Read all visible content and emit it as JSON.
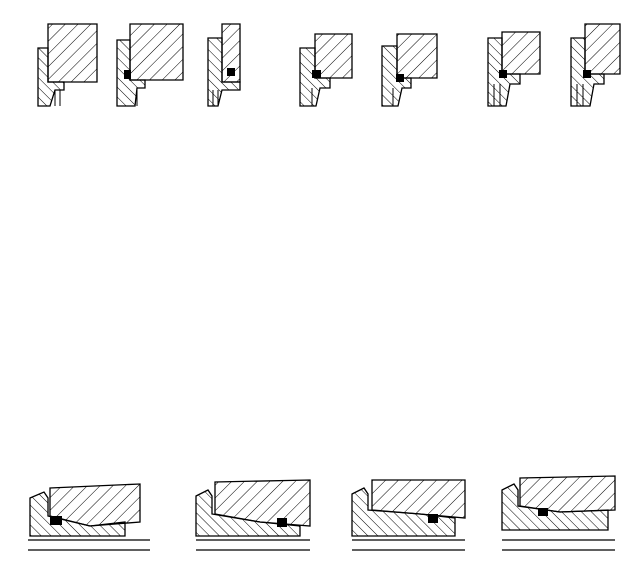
{
  "figure": {
    "background": "#ffffff",
    "ink": "#000000",
    "top_row": [
      {
        "variant": 1,
        "seal": false
      },
      {
        "variant": 2,
        "seal": true
      },
      {
        "variant": 3,
        "seal": true
      },
      {
        "variant": 4,
        "seal": true
      },
      {
        "variant": 5,
        "seal": true
      },
      {
        "variant": 6,
        "seal": true
      },
      {
        "variant": 7,
        "seal": true
      }
    ],
    "bottom_row": [
      {
        "variant": 1,
        "seal": true
      },
      {
        "variant": 2,
        "seal": true
      },
      {
        "variant": 3,
        "seal": true
      },
      {
        "variant": 4,
        "seal": true
      }
    ]
  }
}
